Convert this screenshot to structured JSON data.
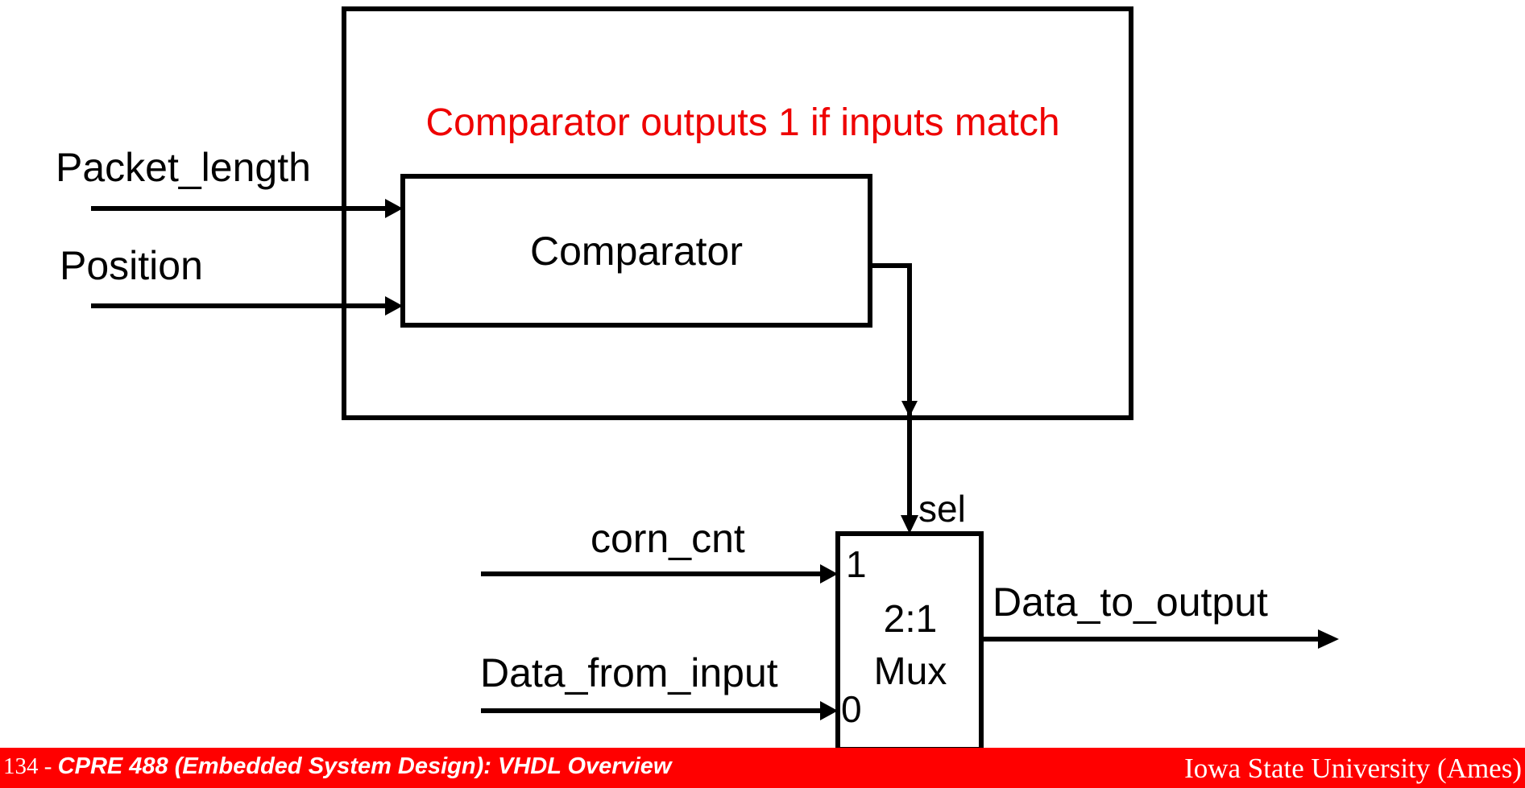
{
  "diagram": {
    "annotation": "Comparator outputs 1 if inputs match",
    "comparator_label": "Comparator",
    "inputs": {
      "packet_length": "Packet_length",
      "position": "Position",
      "corn_cnt": "corn_cnt",
      "data_from_input": "Data_from_input"
    },
    "mux": {
      "line1": "2:1",
      "line2": "Mux",
      "port_1": "1",
      "port_0": "0",
      "select": "sel"
    },
    "output": "Data_to_output",
    "colors": {
      "annotation": "#ee0000",
      "lines": "#000000",
      "footer": "#ff0000"
    }
  },
  "footer": {
    "slide_number": "134",
    "separator": " - ",
    "course_title": "CPRE 488 (Embedded System Design):  VHDL Overview",
    "institution": "Iowa State University (Ames)"
  }
}
